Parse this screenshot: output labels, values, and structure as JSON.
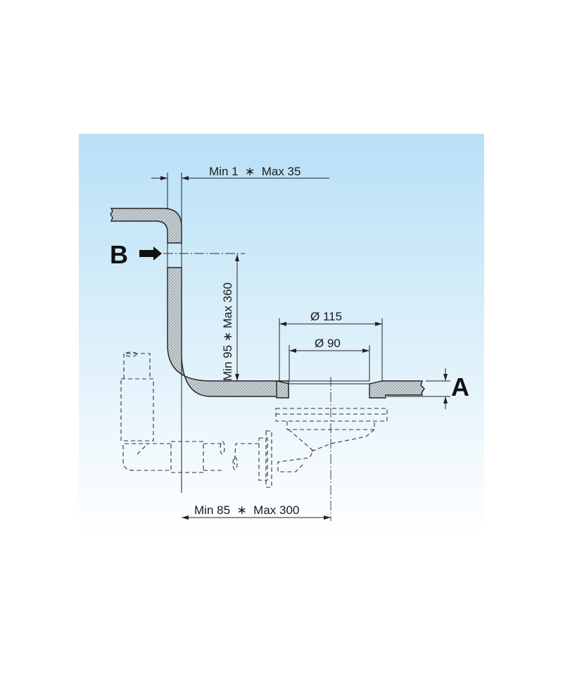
{
  "diagram": {
    "dim_wall_thickness": "Min 1  ∗  Max 35",
    "dim_overflow_height": "Min 95 ∗ Max 360",
    "dim_outer_diameter": "Ø 115",
    "dim_inner_diameter": "Ø 90",
    "dim_waste_offset": "Min 85  ∗  Max 300",
    "label_a": "A",
    "label_b": "B",
    "colors": {
      "bg_top": "#b8e0f6",
      "bg_bottom": "#ffffff",
      "line": "#222222"
    }
  }
}
